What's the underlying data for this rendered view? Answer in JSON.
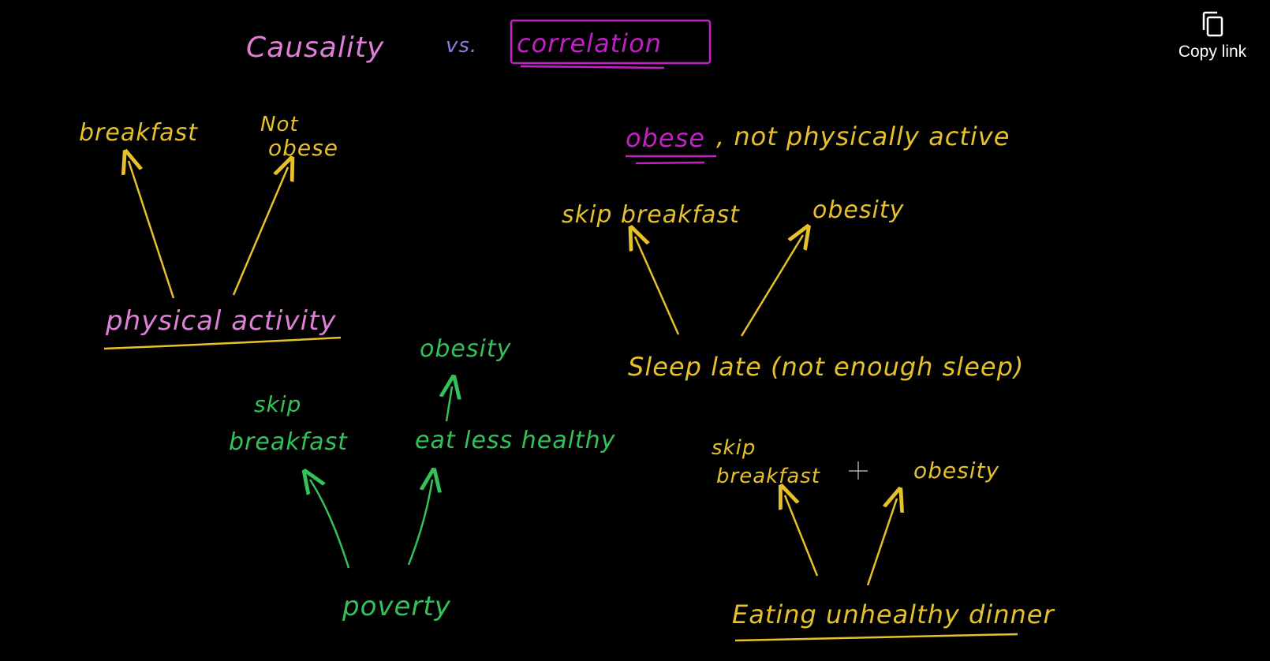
{
  "overlay": {
    "copy_link_label": "Copy link",
    "copy_icon": "copy-icon"
  },
  "colors": {
    "yellow": "#e6c12a",
    "pink": "#e07fd8",
    "magenta": "#c21fc4",
    "green": "#33c25a",
    "purple": "#8a7ee0",
    "white": "#ffffff"
  },
  "board": {
    "title_left": "Causality",
    "title_vs": "vs.",
    "title_right": "correlation",
    "d1": {
      "left": "breakfast",
      "right_line1": "Not",
      "right_line2": "obese",
      "cause": "physical activity"
    },
    "d2": {
      "heading_emph": "obese",
      "heading_rest": ", not physically active",
      "left": "skip breakfast",
      "right": "obesity",
      "cause": "Sleep late (not enough sleep)"
    },
    "d3": {
      "left_line1": "skip",
      "left_line2": "breakfast",
      "mid": "eat less healthy",
      "top": "obesity",
      "cause": "poverty"
    },
    "d4": {
      "left_line1": "skip",
      "left_line2": "breakfast",
      "right": "obesity",
      "cause": "Eating unhealthy dinner"
    }
  }
}
